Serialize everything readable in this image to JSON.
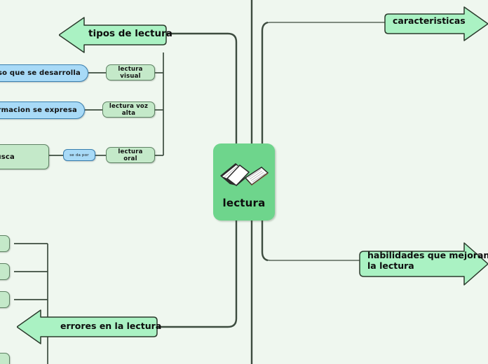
{
  "app": {
    "type": "mind-map",
    "background_color": "#eff7ef"
  },
  "central": {
    "label": "lectura",
    "icon": "open-book-icon",
    "fill_color": "#6ed58c"
  },
  "branches": {
    "tipos": {
      "label": "tipos de lectura",
      "direction": "left",
      "fill_color": "#aaf2c3",
      "children": [
        {
          "label": "lectura visual",
          "fill_color": "#c4e9c9",
          "detail": {
            "label": "ceso que se desarrolla",
            "fill_color": "#a8daf7"
          }
        },
        {
          "label": "lectura voz alta",
          "fill_color": "#c4e9c9",
          "detail": {
            "label": "ormacion se expresa",
            "fill_color": "#a8daf7"
          }
        },
        {
          "label": "lectura  oral",
          "fill_color": "#c4e9c9",
          "connector": {
            "label": "se da por",
            "fill_color": "#a8daf7"
          },
          "detail": {
            "label": "or busca",
            "fill_color": "#c4e9c9"
          }
        }
      ]
    },
    "caracteristicas": {
      "label": "caracteristicas",
      "direction": "right",
      "fill_color": "#aaf2c3"
    },
    "habilidades": {
      "label": "habilidades que mejoran la lectura",
      "direction": "right",
      "fill_color": "#aaf2c3"
    },
    "errores": {
      "label": "errores en la lectura",
      "direction": "left",
      "fill_color": "#aaf2c3",
      "children": [
        {
          "label": "",
          "fill_color": "#c4e9c9"
        },
        {
          "label": "",
          "fill_color": "#c4e9c9"
        },
        {
          "label": "",
          "fill_color": "#c4e9c9"
        },
        {
          "label": "",
          "fill_color": "#c4e9c9"
        }
      ]
    }
  },
  "colors": {
    "line": "#3d4c3f",
    "thin_line": "#8a9a8c",
    "green_topic_border": "#5f8264",
    "blue_topic_border": "#3a7fae"
  }
}
